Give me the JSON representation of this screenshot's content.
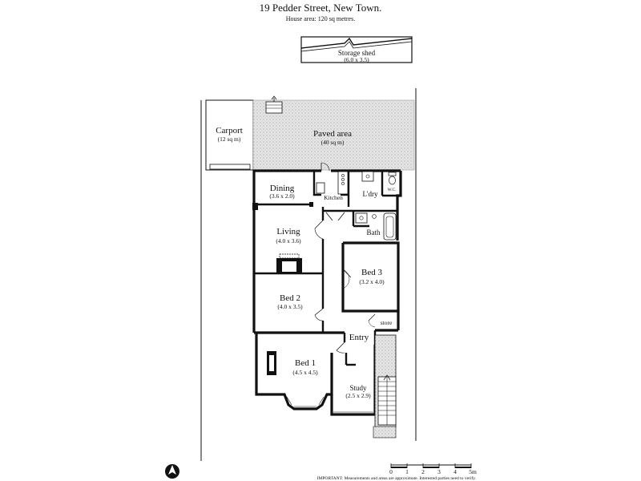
{
  "header": {
    "title": "19 Pedder Street, New Town.",
    "subtitle": "House area: 120 sq metres."
  },
  "rooms": {
    "storage_shed": {
      "name": "Storage shed",
      "dims": "(6.0 x 3.5)"
    },
    "carport": {
      "name": "Carport",
      "dims": "(12 sq m)"
    },
    "paved_area": {
      "name": "Paved area",
      "dims": "(40 sq m)"
    },
    "dining": {
      "name": "Dining",
      "dims": "(3.6 x 2.0)"
    },
    "kitchen": {
      "name": "Kitchen"
    },
    "laundry": {
      "name": "L'dry"
    },
    "wc": {
      "name": "W.C."
    },
    "living": {
      "name": "Living",
      "dims": "(4.0 x 3.6)"
    },
    "bath": {
      "name": "Bath"
    },
    "bed3": {
      "name": "Bed 3",
      "dims": "(3.2 x 4.0)"
    },
    "bed2": {
      "name": "Bed 2",
      "dims": "(4.0 x 3.5)"
    },
    "store": {
      "name": "store"
    },
    "entry": {
      "name": "Entry"
    },
    "bed1": {
      "name": "Bed 1",
      "dims": "(4.5 x 4.5)"
    },
    "study": {
      "name": "Study",
      "dims": "(2.5 x 2.9)"
    }
  },
  "scale_bar": {
    "ticks": [
      "0",
      "1",
      "2",
      "3",
      "4",
      "5m"
    ]
  },
  "disclaimer": "IMPORTANT: Measurements and areas are approximate. Interested parties need to verify.",
  "compass": {
    "icon": "north-arrow-icon"
  },
  "colors": {
    "wall": "#111111",
    "paving": "#e2e2e2",
    "background": "#ffffff"
  }
}
